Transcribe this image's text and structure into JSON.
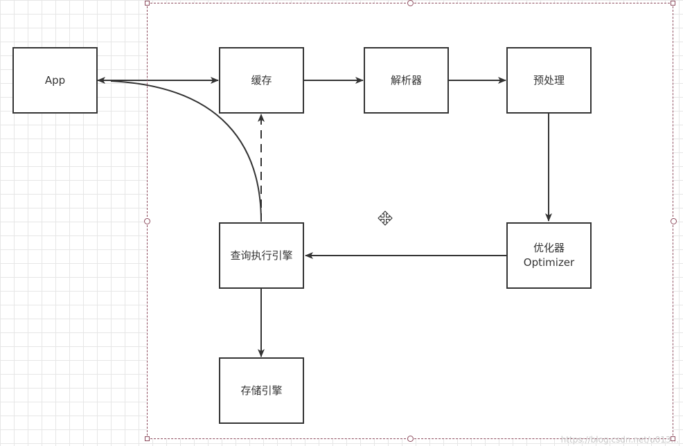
{
  "diagram": {
    "nodes": [
      {
        "id": "app",
        "lines": [
          "App"
        ]
      },
      {
        "id": "cache",
        "lines": [
          "缓存"
        ]
      },
      {
        "id": "parser",
        "lines": [
          "解析器"
        ]
      },
      {
        "id": "preprocess",
        "lines": [
          "预处理"
        ]
      },
      {
        "id": "optimizer",
        "lines": [
          "优化器",
          "Optimizer"
        ]
      },
      {
        "id": "executor",
        "lines": [
          "查询执行引擎"
        ]
      },
      {
        "id": "storage",
        "lines": [
          "存储引擎"
        ]
      }
    ],
    "edges": [
      {
        "from": "app",
        "to": "cache",
        "style": "solid",
        "direction": "both"
      },
      {
        "from": "cache",
        "to": "parser",
        "style": "solid",
        "direction": "forward"
      },
      {
        "from": "parser",
        "to": "preprocess",
        "style": "solid",
        "direction": "forward"
      },
      {
        "from": "preprocess",
        "to": "optimizer",
        "style": "solid",
        "direction": "forward"
      },
      {
        "from": "optimizer",
        "to": "executor",
        "style": "solid",
        "direction": "forward"
      },
      {
        "from": "executor",
        "to": "storage",
        "style": "solid",
        "direction": "forward"
      },
      {
        "from": "executor",
        "to": "cache",
        "style": "dashed",
        "direction": "forward"
      },
      {
        "from": "executor",
        "to": "app",
        "style": "solid-curve",
        "direction": "forward"
      }
    ]
  },
  "colors": {
    "stroke": "#333333",
    "grid": "#e6e6e6",
    "selection": "#8c4a5c"
  },
  "icons": {
    "move_cursor": "move-cursor-icon"
  },
  "watermark": "https://blog.csdn.net/u013..."
}
